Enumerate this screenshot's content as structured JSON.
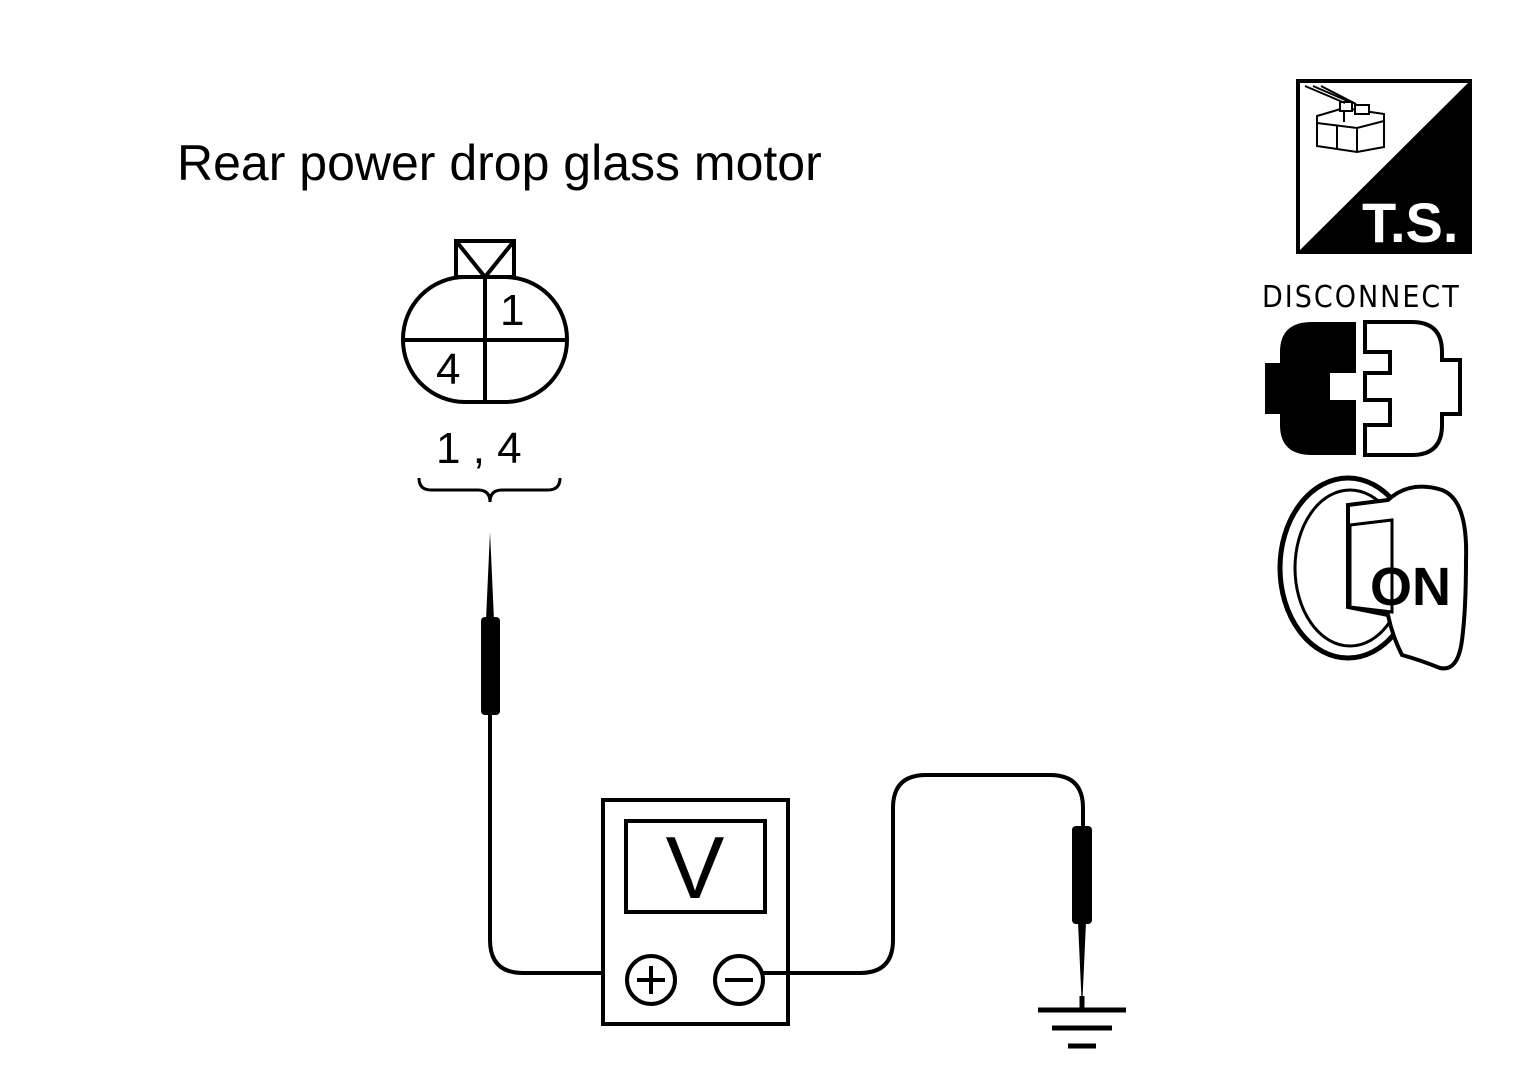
{
  "diagram": {
    "title": "Rear power drop glass motor",
    "connector": {
      "pin_top_right": "1",
      "pin_bottom_left": "4",
      "pins_label": "1 , 4"
    },
    "meter": {
      "letter": "V",
      "plus_symbol": "+",
      "minus_symbol": "−"
    },
    "icons": {
      "ts_label": "T.S.",
      "disconnect_label": "DISCONNECT",
      "ignition_label": "ON"
    }
  }
}
